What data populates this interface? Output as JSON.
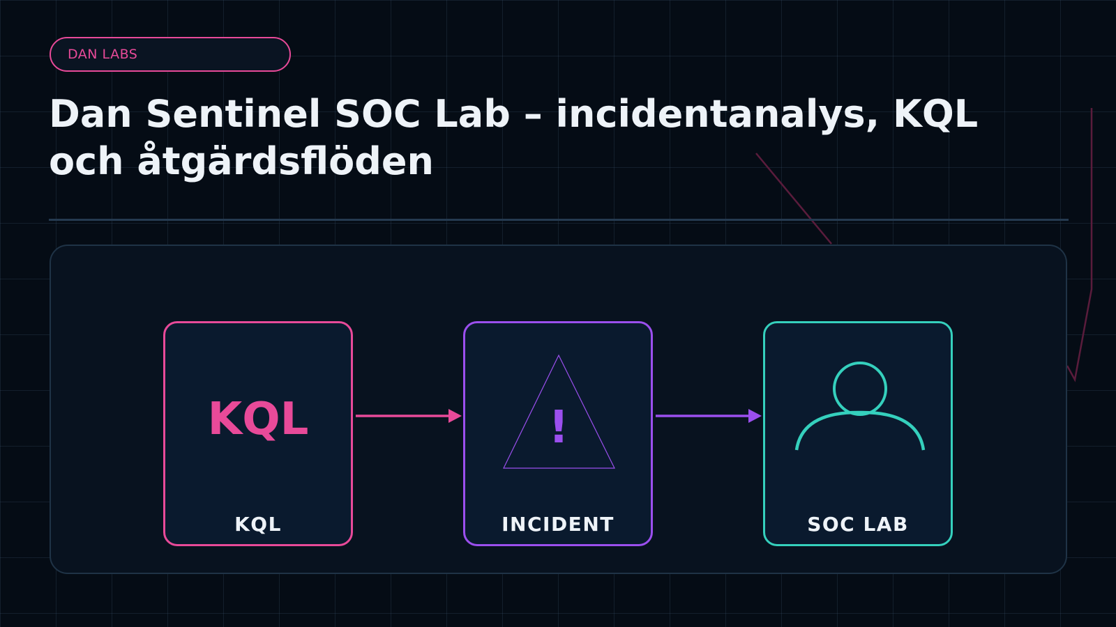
{
  "header": {
    "badge": "DAN LABS",
    "title_line1": "Dan Sentinel SOC Lab – incidentanalys, KQL",
    "title_line2": "och åtgärdsflöden"
  },
  "flow": {
    "steps": [
      {
        "label": "KQL",
        "icon_text": "KQL",
        "icon": "kql-text-icon",
        "color": "#e84a99"
      },
      {
        "label": "INCIDENT",
        "icon_text": "!",
        "icon": "warning-triangle-icon",
        "color": "#9b4fee"
      },
      {
        "label": "SOC LAB",
        "icon": "user-icon",
        "color": "#35d0bd"
      }
    ]
  },
  "colors": {
    "background": "#050c15",
    "panel": "#08121f",
    "card": "#0a1a2e",
    "text": "#eef3f8",
    "pink": "#e84a99",
    "purple": "#9b4fee",
    "teal": "#35d0bd"
  }
}
